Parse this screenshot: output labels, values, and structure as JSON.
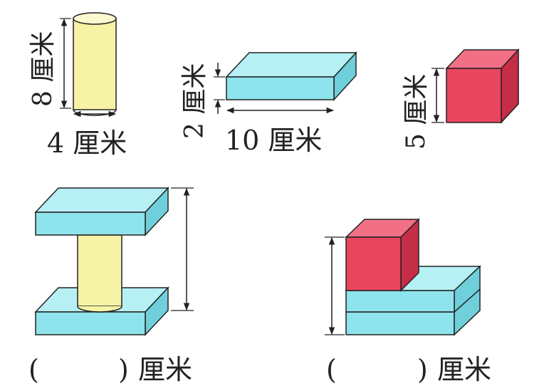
{
  "colors": {
    "cylinder": "#f7f3a6",
    "cylinder_top": "#fbf9cf",
    "slab_front": "#8fe3ec",
    "slab_top": "#b6f0f5",
    "slab_side": "#6fcfda",
    "cube_front": "#e8455f",
    "cube_top": "#f27086",
    "cube_side": "#c62d47",
    "stroke": "#222222"
  },
  "pieces": {
    "cylinder": {
      "height_label": "8 厘米",
      "width_label": "4 厘米"
    },
    "slab": {
      "height_label": "2 厘米",
      "length_label": "10 厘米"
    },
    "cube": {
      "edge_label": "5 厘米"
    }
  },
  "questions": {
    "left": {
      "open_paren": "(",
      "close_paren": ")",
      "unit": "厘米"
    },
    "right": {
      "open_paren": "(",
      "close_paren": ")",
      "unit": "厘米"
    }
  }
}
